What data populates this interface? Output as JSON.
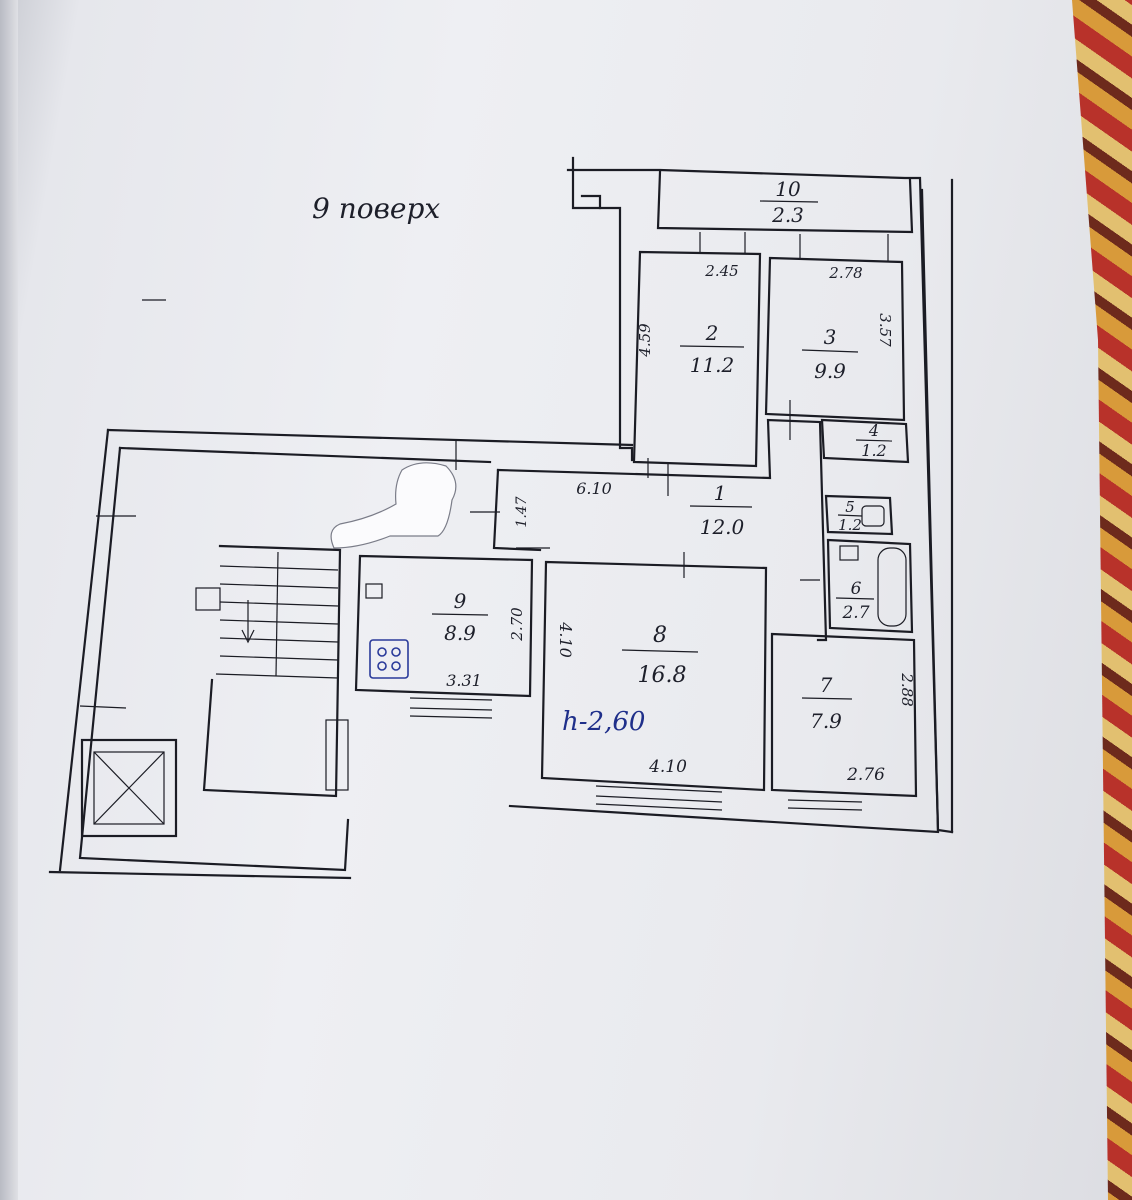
{
  "floor_label": "9 поверх",
  "ceiling_height": "h-2,60",
  "colors": {
    "paper": "#eceef2",
    "ink": "#1b1c24",
    "blue_ink": "#1f2f8a"
  },
  "rooms": [
    {
      "id": "10",
      "area": "2.3"
    },
    {
      "id": "2",
      "area": "11.2"
    },
    {
      "id": "3",
      "area": "9.9"
    },
    {
      "id": "4",
      "area": "1.2"
    },
    {
      "id": "1",
      "area": "12.0"
    },
    {
      "id": "5",
      "area": "1.2"
    },
    {
      "id": "6",
      "area": "2.7"
    },
    {
      "id": "9",
      "area": "8.9"
    },
    {
      "id": "8",
      "area": "16.8"
    },
    {
      "id": "7",
      "area": "7.9"
    }
  ],
  "dimensions": {
    "room2_width": "2.45",
    "room2_side": "4.59",
    "room3_width": "2.78",
    "room3_side": "3.57",
    "hall_length": "6.10",
    "hall_width": "1.47",
    "kitchen_width": "3.31",
    "kitchen_depth": "2.70",
    "room8_side": "4.10",
    "room8_width": "4.10",
    "room7_width": "2.76",
    "room7_side": "2.88"
  }
}
